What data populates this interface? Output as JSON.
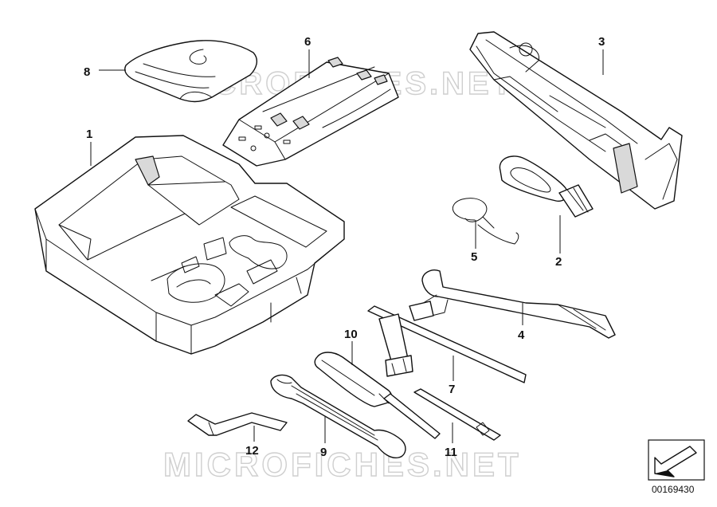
{
  "diagram": {
    "callouts": {
      "c1": "1",
      "c2": "2",
      "c3": "3",
      "c4": "4",
      "c5": "5",
      "c6": "6",
      "c7": "7",
      "c8": "8",
      "c9": "9",
      "c10": "10",
      "c11": "11",
      "c12": "12"
    },
    "watermark_top": "MICROFICHES.NET",
    "watermark_bottom": "MICROFICHES.NET",
    "reference_number": "00169430",
    "icons": {
      "reference_box": "arrow-down-left-icon"
    }
  }
}
